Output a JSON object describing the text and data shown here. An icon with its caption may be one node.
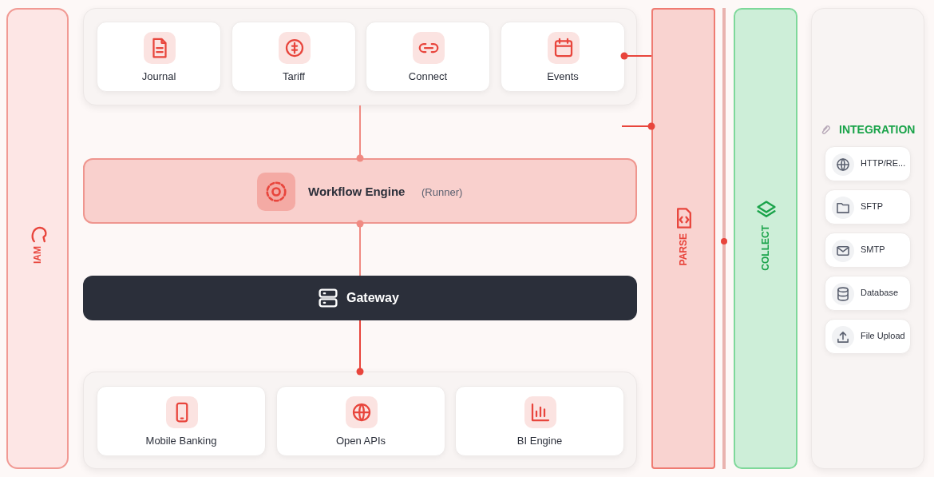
{
  "diagram": {
    "nodes": [
      {
        "text": [
          "IAM"
        ]
      },
      {
        "text": [],
        "shape": "box"
      },
      {
        "text": [
          "Journal"
        ],
        "in": 1
      },
      {
        "text": [
          "Tariff"
        ],
        "in": 1
      },
      {
        "text": [
          "Connect"
        ],
        "in": 1
      },
      {
        "text": [
          "Events"
        ],
        "in": 1
      },
      {
        "text": [
          "Workflow Engine",
          "(Runner)"
        ]
      },
      {
        "text": [
          "Gateway"
        ]
      },
      {
        "text": [],
        "shape": "box"
      },
      {
        "text": [
          "Mobile Banking"
        ],
        "in": 8
      },
      {
        "text": [
          "Open APIs"
        ],
        "in": 8
      },
      {
        "text": [
          "BI Engine"
        ],
        "in": 8
      },
      {
        "text": [
          "PARSE"
        ]
      },
      {
        "text": [
          "COLLECT"
        ]
      },
      {
        "text": [
          "INTEGRATION"
        ]
      },
      {
        "text": [
          "HTTP/RE..."
        ],
        "in": 14
      },
      {
        "text": [
          "SFTP"
        ],
        "in": 14
      },
      {
        "text": [
          "SMTP"
        ],
        "in": 14
      },
      {
        "text": [
          "Database"
        ],
        "in": 14
      },
      {
        "text": [
          "File Upload"
        ],
        "in": 14
      }
    ],
    "edges": [
      {
        "from": 1,
        "to": 6,
        "arrow": "other",
        "color": "#f08a82"
      },
      {
        "from": 7,
        "to": 6,
        "arrow": "other",
        "color": "#f08a82"
      },
      {
        "from": 7,
        "to": 8,
        "arrow": "other"
      },
      {
        "from": 12,
        "to": 5,
        "arrow": "other"
      },
      {
        "from": null,
        "to": 12,
        "arrow": "other"
      }
    ]
  }
}
